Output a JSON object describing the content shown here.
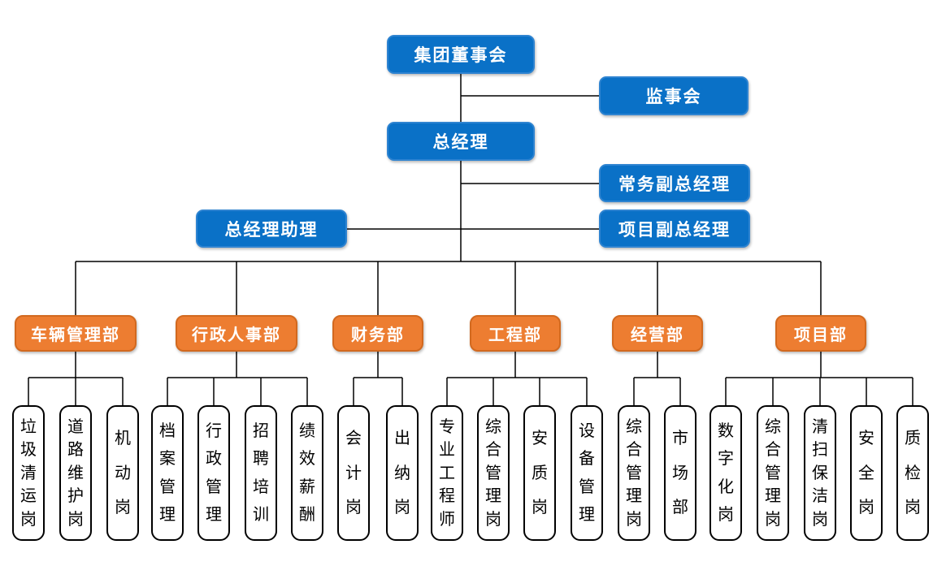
{
  "diagram": {
    "type": "org-chart"
  },
  "executive": {
    "board": "集团董事会",
    "supervisory": "监事会",
    "general_manager": "总经理",
    "executive_deputy_gm": "常务副总经理",
    "gm_assistant": "总经理助理",
    "project_deputy_gm": "项目副总经理"
  },
  "departments": [
    {
      "label": "车辆管理部",
      "positions": [
        "垃圾清运岗",
        "道路维护岗",
        "机动岗"
      ]
    },
    {
      "label": "行政人事部",
      "positions": [
        "档案管理",
        "行政管理",
        "招聘培训",
        "绩效薪酬"
      ]
    },
    {
      "label": "财务部",
      "positions": [
        "会计岗",
        "出纳岗"
      ]
    },
    {
      "label": "工程部",
      "positions": [
        "专业工程师",
        "综合管理岗",
        "安质岗",
        "设备管理"
      ]
    },
    {
      "label": "经营部",
      "positions": [
        "综合管理岗",
        "市场部"
      ]
    },
    {
      "label": "项目部",
      "positions": [
        "数字化岗",
        "综合管理岗",
        "清扫保洁岗",
        "安全岗",
        "质检岗"
      ]
    }
  ],
  "colors": {
    "executive_fill": "#0a71c7",
    "department_fill": "#ed7d31",
    "position_fill": "#ffffff",
    "text_on_fill": "#ffffff",
    "position_text": "#000000",
    "line": "#000000"
  }
}
